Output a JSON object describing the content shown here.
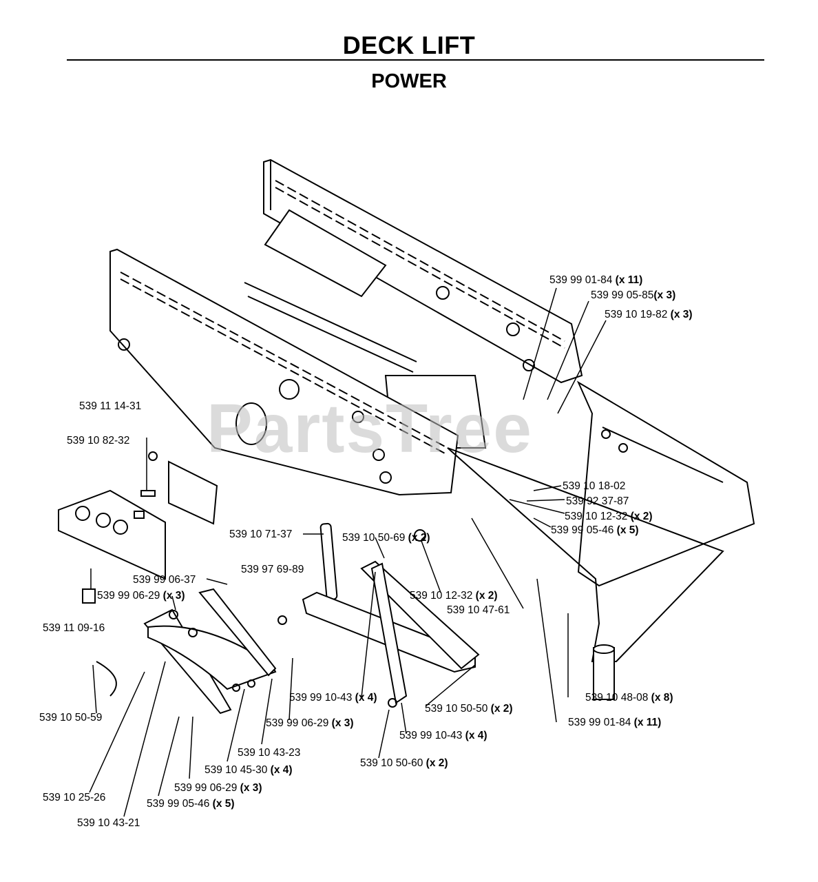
{
  "title": "DECK LIFT",
  "subtitle": "POWER",
  "watermark": "PartsTree",
  "parts": [
    {
      "number": "539 99 01-84",
      "qty": "(x 11)"
    },
    {
      "number": "539 99 05-85",
      "qty": "(x 3)"
    },
    {
      "number": "539 10 19-82",
      "qty": "(x 3)"
    },
    {
      "number": "539 11 14-31",
      "qty": ""
    },
    {
      "number": "539 10 82-32",
      "qty": ""
    },
    {
      "number": "539 10 18-02",
      "qty": ""
    },
    {
      "number": "539 92 37-87",
      "qty": ""
    },
    {
      "number": "539 10 12-32",
      "qty": "(x 2)"
    },
    {
      "number": "539 99 05-46",
      "qty": "(x 5)"
    },
    {
      "number": "539 10 71-37",
      "qty": ""
    },
    {
      "number": "539 10 50-69",
      "qty": "(x 2)"
    },
    {
      "number": "539 97 69-89",
      "qty": ""
    },
    {
      "number": "539 99 06-37",
      "qty": ""
    },
    {
      "number": "539 99 06-29",
      "qty": "(x 3)"
    },
    {
      "number": "539 10 12-32",
      "qty": "(x 2)"
    },
    {
      "number": "539 10 47-61",
      "qty": ""
    },
    {
      "number": "539 11 09-16",
      "qty": ""
    },
    {
      "number": "539 10 48-08",
      "qty": "(x 8)"
    },
    {
      "number": "539 10 50-59",
      "qty": ""
    },
    {
      "number": "539 99 10-43",
      "qty": "(x 4)"
    },
    {
      "number": "539 10 50-50",
      "qty": "(x 2)"
    },
    {
      "number": "539 99 01-84",
      "qty": "(x 11)"
    },
    {
      "number": "539 99 06-29",
      "qty": "(x 3)"
    },
    {
      "number": "539 99 10-43",
      "qty": "(x 4)"
    },
    {
      "number": "539 10 43-23",
      "qty": ""
    },
    {
      "number": "539 10 45-30",
      "qty": "(x 4)"
    },
    {
      "number": "539 10 50-60",
      "qty": "(x 2)"
    },
    {
      "number": "539 99 06-29",
      "qty": "(x 3)"
    },
    {
      "number": "539 10 25-26",
      "qty": ""
    },
    {
      "number": "539 99 05-46",
      "qty": "(x 5)"
    },
    {
      "number": "539 10 43-21",
      "qty": ""
    }
  ]
}
